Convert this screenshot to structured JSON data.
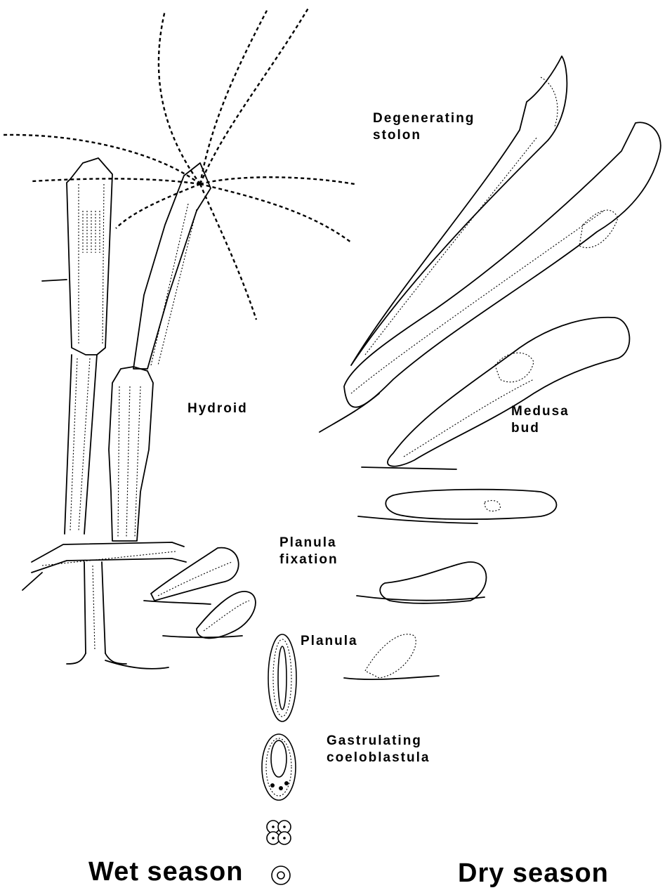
{
  "labels": {
    "degenerating_stolon": [
      "Degenerating",
      "stolon"
    ],
    "hydroid": "Hydroid",
    "medusa_bud": [
      "Medusa",
      "bud"
    ],
    "planula_fixation": [
      "Planula",
      "fixation"
    ],
    "planula": "Planula",
    "gastrulating_coeloblastula": [
      "Gastrulating",
      "coeloblastula"
    ]
  },
  "seasons": {
    "wet": "Wet season",
    "dry": "Dry season"
  },
  "colors": {
    "ink": "#000000",
    "background": "#ffffff"
  }
}
